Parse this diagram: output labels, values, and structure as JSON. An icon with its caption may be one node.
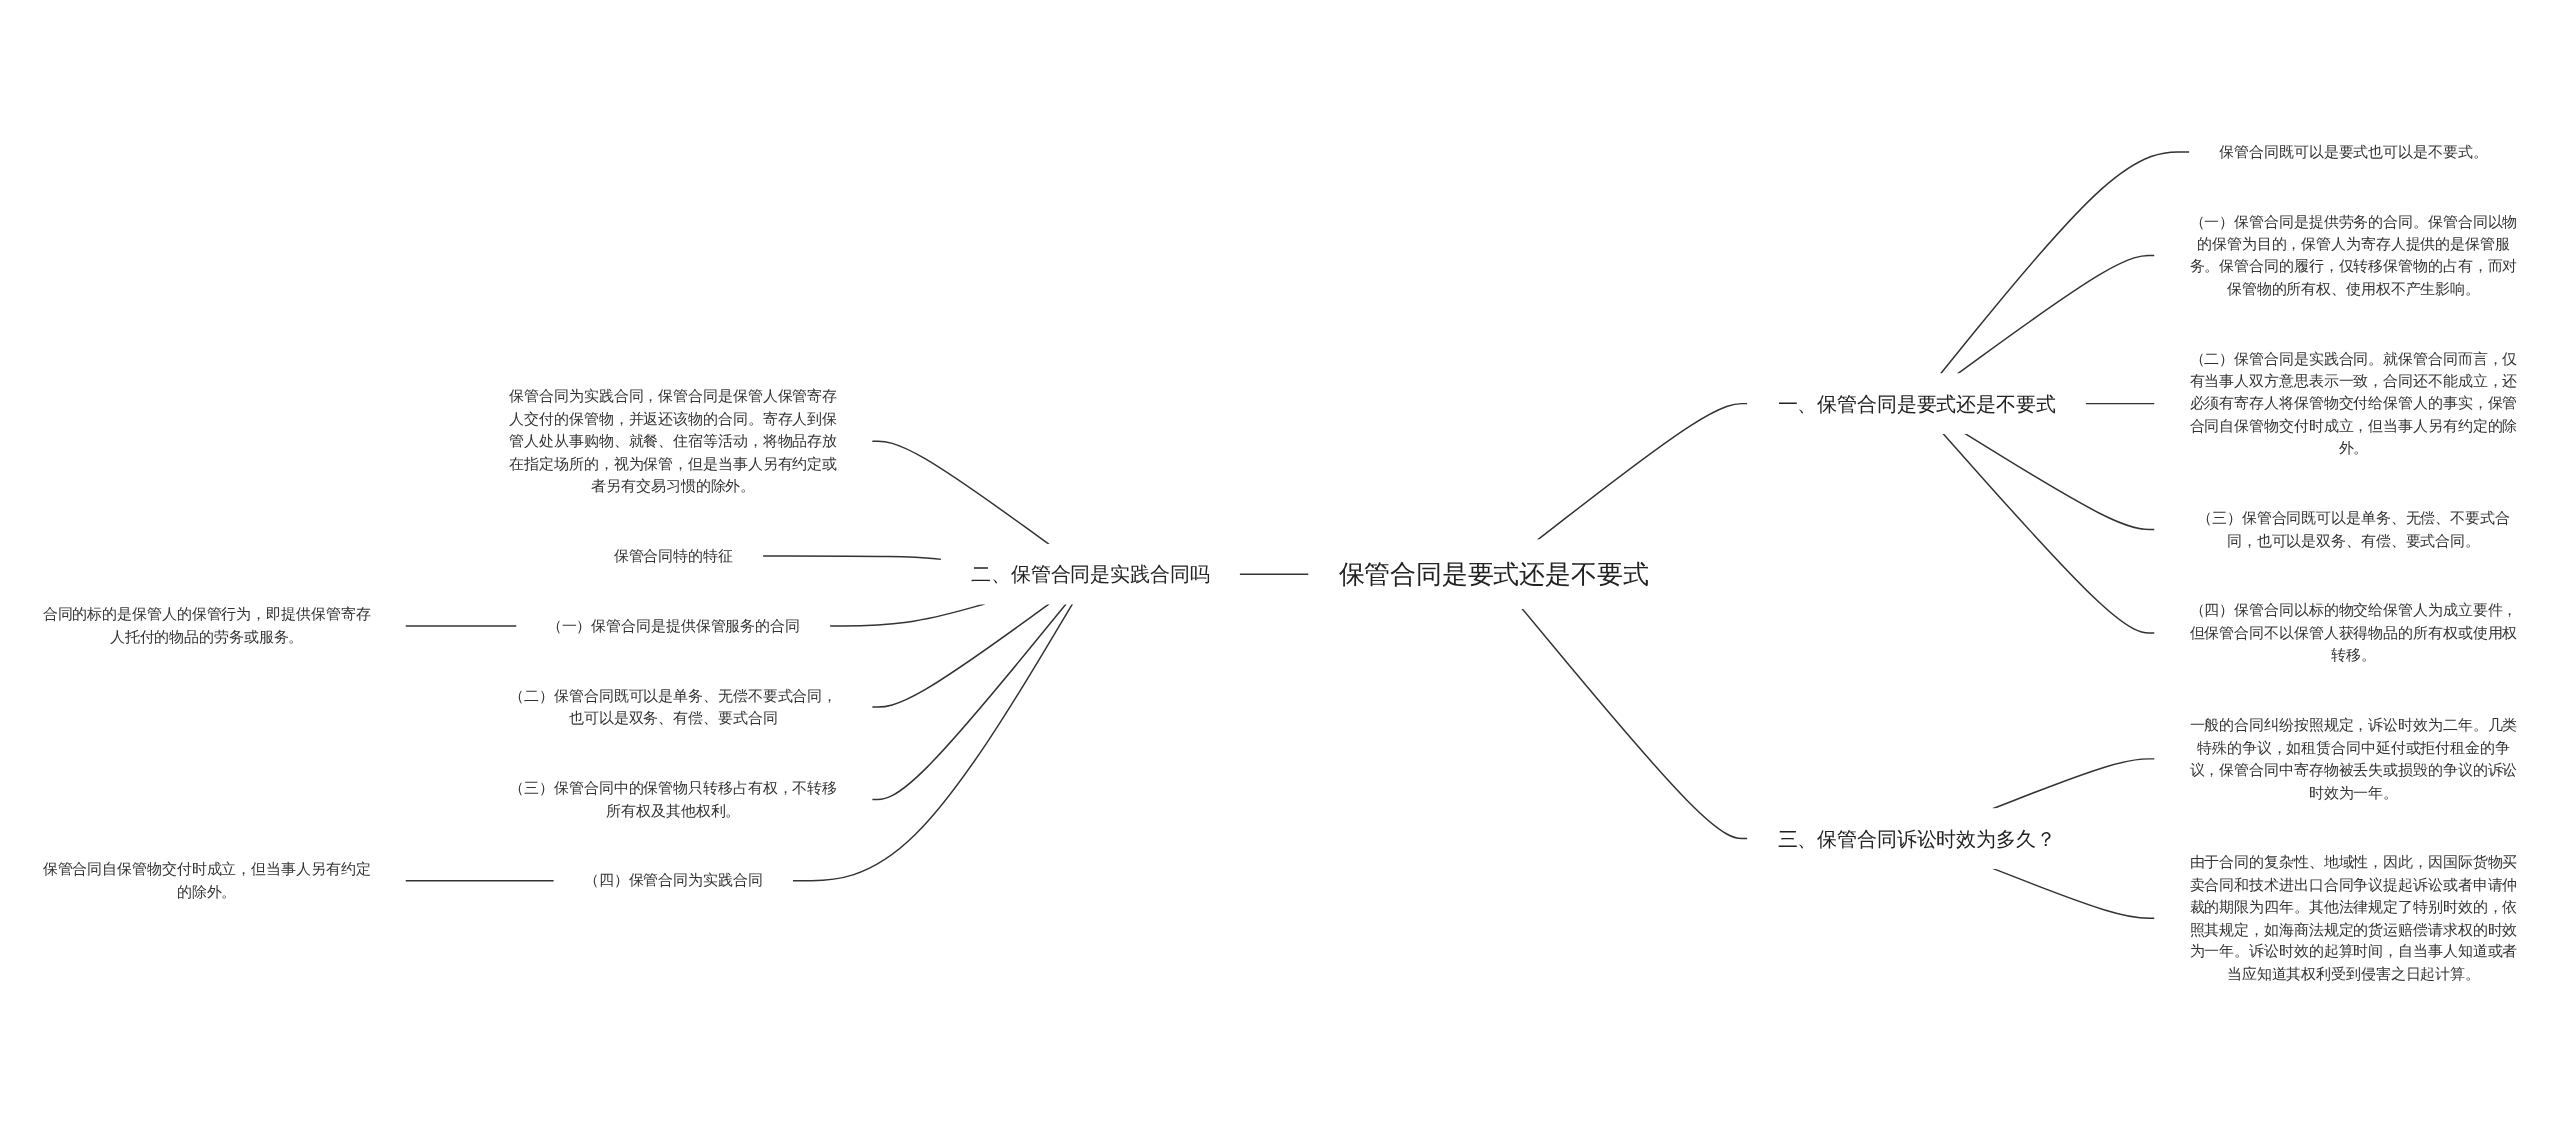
{
  "diagram": {
    "nodes": [
      {
        "text": [
          "保管合同是要式还是不要式"
        ]
      },
      {
        "text": [
          "一、保管合同是要式还是不要式"
        ]
      },
      {
        "text": [
          "保管合同既可以是要式也可以是不要式。"
        ]
      },
      {
        "text": [
          "（一）保管合同是提供劳务的合同。保管合同以物的保管为目的，保管人为寄存人提供的是保管服务。保管合同的履行，仅转移保管物的占有，而对保管物的所有权、使用权不产生影响。"
        ]
      },
      {
        "text": [
          "（二）保管合同是实践合同。就保管合同而言，仅有当事人双方意思表示一致，合同还不能成立，还必须有寄存人将保管物交付给保管人的事实，保管合同自保管物交付时成立，但当事人另有约定的除外。"
        ]
      },
      {
        "text": [
          "（三）保管合同既可以是单务、无偿、不要式合同，也可以是双务、有偿、要式合同。"
        ]
      },
      {
        "text": [
          "（四）保管合同以标的物交给保管人为成立要件，但保管合同不以保管人获得物品的所有权或使用权转移。"
        ]
      },
      {
        "text": [
          "三、保管合同诉讼时效为多久？"
        ]
      },
      {
        "text": [
          "一般的合同纠纷按照规定，诉讼时效为二年。几类特殊的争议，如租赁合同中延付或拒付租金的争议，保管合同中寄存物被丢失或损毁的争议的诉讼时效为一年。"
        ]
      },
      {
        "text": [
          "由于合同的复杂性、地域性，因此，因国际货物买卖合同和技术进出口合同争议提起诉讼或者申请仲裁的期限为四年。其他法律规定了特别时效的，依照其规定，如海商法规定的货运赔偿请求权的时效为一年。诉讼时效的起算时间，自当事人知道或者当应知道其权利受到侵害之日起计算。"
        ]
      },
      {
        "text": [
          "二、保管合同是实践合同吗"
        ]
      },
      {
        "text": [
          "保管合同为实践合同，保管合同是保管人保管寄存人交付的保管物，并返还该物的合同。寄存人到保管人处从事购物、就餐、住宿等活动，将物品存放在指定场所的，视为保管，但是当事人另有约定或者另有交易习惯的除外。"
        ]
      },
      {
        "text": [
          "保管合同特的特征"
        ]
      },
      {
        "text": [
          "（一）保管合同是提供保管服务的合同"
        ]
      },
      {
        "text": [
          "合同的标的是保管人的保管行为，即提供保管寄存人托付的物品的劳务或服务。"
        ]
      },
      {
        "text": [
          "（二）保管合同既可以是单务、无偿不要式合同，也可以是双务、有偿、要式合同"
        ]
      },
      {
        "text": [
          "（三）保管合同中的保管物只转移占有权，不转移所有权及其他权利。"
        ]
      },
      {
        "text": [
          "（四）保管合同为实践合同"
        ]
      },
      {
        "text": [
          "保管合同自保管物交付时成立，但当事人另有约定的除外。"
        ]
      }
    ],
    "edges": [
      {
        "from": 0,
        "to": 1,
        "arrow": "none"
      },
      {
        "from": 1,
        "to": 2,
        "arrow": "none"
      },
      {
        "from": 1,
        "to": 3,
        "arrow": "none"
      },
      {
        "from": 1,
        "to": 4,
        "arrow": "none"
      },
      {
        "from": 1,
        "to": 5,
        "arrow": "none"
      },
      {
        "from": 1,
        "to": 6,
        "arrow": "none"
      },
      {
        "from": 0,
        "to": 7,
        "arrow": "none"
      },
      {
        "from": 7,
        "to": 8,
        "arrow": "none"
      },
      {
        "from": 7,
        "to": 9,
        "arrow": "none"
      },
      {
        "from": 0,
        "to": 10,
        "arrow": "none"
      },
      {
        "from": 10,
        "to": 11,
        "arrow": "none"
      },
      {
        "from": 10,
        "to": 12,
        "arrow": "none"
      },
      {
        "from": 10,
        "to": 13,
        "arrow": "none"
      },
      {
        "from": 13,
        "to": 14,
        "arrow": "none"
      },
      {
        "from": 10,
        "to": 15,
        "arrow": "none"
      },
      {
        "from": 10,
        "to": 16,
        "arrow": "none"
      },
      {
        "from": 10,
        "to": 17,
        "arrow": "none"
      },
      {
        "from": 17,
        "to": 18,
        "arrow": "none"
      }
    ]
  }
}
